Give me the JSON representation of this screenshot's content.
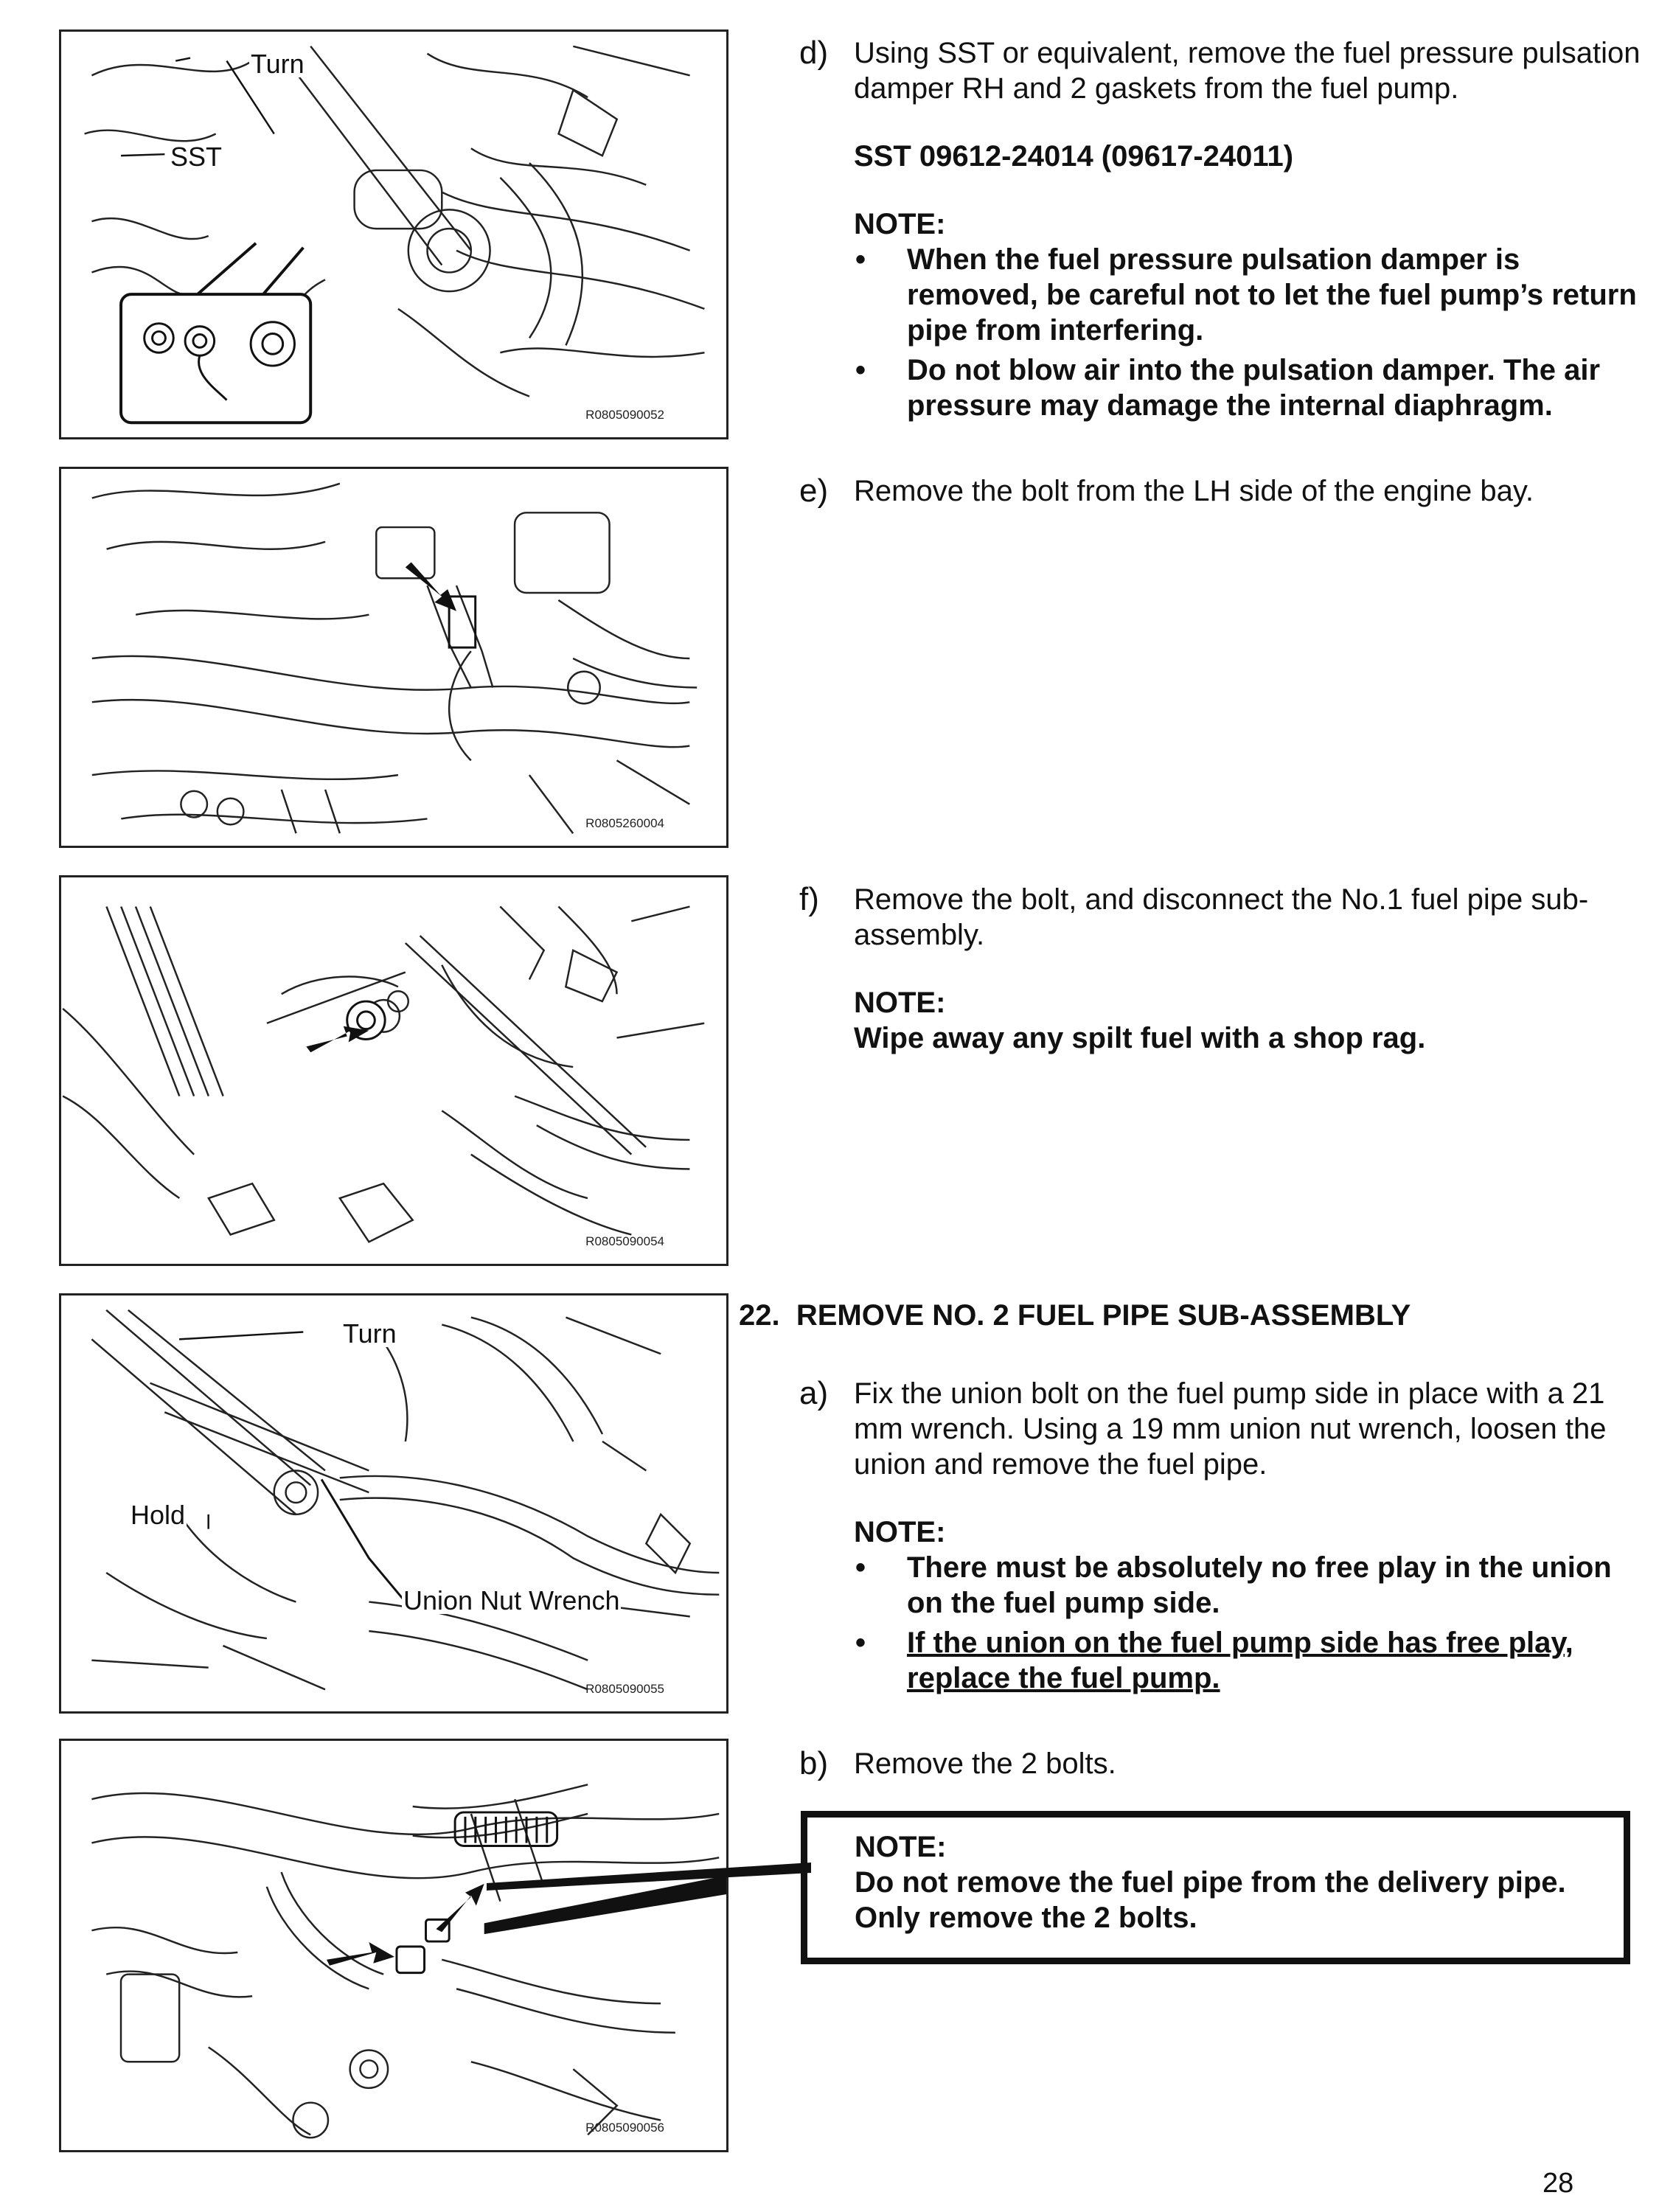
{
  "figures": [
    {
      "code": "R0805090052",
      "callouts": [
        "Turn",
        "SST"
      ]
    },
    {
      "code": "R0805260004",
      "callouts": []
    },
    {
      "code": "R0805090054",
      "callouts": []
    },
    {
      "code": "R0805090055",
      "callouts": [
        "Turn",
        "Hold",
        "Union Nut Wrench"
      ]
    },
    {
      "code": "R0805090056",
      "callouts": []
    }
  ],
  "steps": {
    "d": {
      "label": "d)",
      "text": "Using SST or equivalent, remove the fuel pressure pulsation damper RH and 2 gaskets from the fuel pump.",
      "sst": "SST 09612-24014 (09617-24011)",
      "note_heading": "NOTE:",
      "notes": [
        "When the fuel pressure pulsation damper is removed, be careful not to let the fuel pump’s return pipe from interfering.",
        "Do not blow air into the pulsation damper. The air pressure may damage the internal diaphragm."
      ]
    },
    "e": {
      "label": "e)",
      "text": "Remove the bolt from the LH side of the engine bay."
    },
    "f": {
      "label": "f)",
      "text": "Remove the bolt, and disconnect the No.1 fuel pipe sub-assembly.",
      "note_heading": "NOTE:",
      "note": "Wipe away any spilt fuel with a shop rag."
    }
  },
  "section22": {
    "heading": "22.  REMOVE NO. 2 FUEL PIPE SUB-ASSEMBLY",
    "a": {
      "label": "a)",
      "text": "Fix the union bolt on the fuel pump side in place with a 21 mm wrench. Using a 19 mm union nut wrench, loosen the union and remove the fuel pipe.",
      "note_heading": "NOTE:",
      "notes": [
        "There must be absolutely no free play in the union on the fuel pump side.",
        "If the union on the fuel pump side has free play, replace the fuel pump."
      ]
    },
    "b": {
      "label": "b)",
      "text": "Remove the 2 bolts.",
      "note_heading": "NOTE:",
      "note_lines": [
        "Do not remove the fuel pipe from the delivery pipe.",
        "Only remove the 2 bolts."
      ]
    }
  },
  "page_number": "28"
}
